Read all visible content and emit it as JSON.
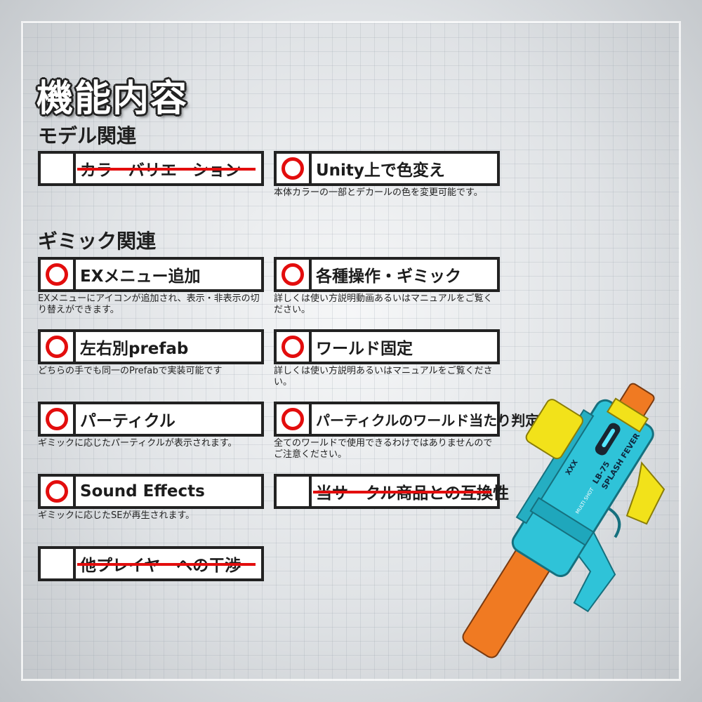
{
  "title": "機能内容",
  "sections": {
    "model": "モデル関連",
    "gimmick": "ギミック関連"
  },
  "items": {
    "color_variation": {
      "label": "カラーバリエーション",
      "available": false
    },
    "unity_color": {
      "label": "Unity上で色変え",
      "available": true,
      "desc": "本体カラーの一部とデカールの色を変更可能です。"
    },
    "ex_menu": {
      "label": "EXメニュー追加",
      "available": true,
      "desc": "EXメニューにアイコンが追加され、表示・非表示の切り替えができます。"
    },
    "operations": {
      "label": "各種操作・ギミック",
      "available": true,
      "desc": "詳しくは使い方説明動画あるいはマニュアルをご覧ください。"
    },
    "prefab": {
      "label": "左右別prefab",
      "available": true,
      "desc": "どちらの手でも同一のPrefabで実装可能です"
    },
    "world_fixed": {
      "label": "ワールド固定",
      "available": true,
      "desc": "詳しくは使い方説明あるいはマニュアルをご覧ください。"
    },
    "particle": {
      "label": "パーティクル",
      "available": true,
      "desc": "ギミックに応じたパーティクルが表示されます。"
    },
    "particle_world": {
      "label": "パーティクルのワールド当たり判定",
      "available": true,
      "desc": "全てのワールドで使用できるわけではありませんのでご注意ください。"
    },
    "sound": {
      "label": "Sound Effects",
      "available": true,
      "desc": "ギミックに応じたSEが再生されます。"
    },
    "compat": {
      "label": "当サークル商品との互換性",
      "available": false
    },
    "interference": {
      "label": "他プレイヤーへの干渉",
      "available": false
    }
  },
  "gun_decals": {
    "name": "SPLASH FEVER",
    "model": "LB-75",
    "sub": "MULTI SHOT",
    "mark": "XXX"
  },
  "colors": {
    "check_mark": "#e30d0d",
    "gun_body": "#2fc3d8",
    "gun_barrel": "#f07a22",
    "gun_handle": "#f2e21a"
  }
}
